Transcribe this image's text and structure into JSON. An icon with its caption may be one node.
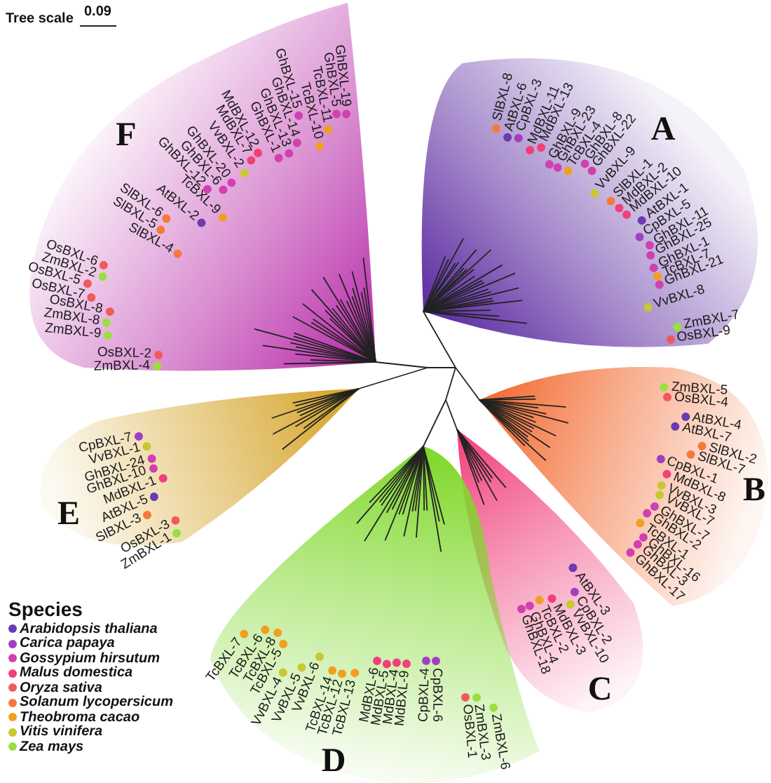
{
  "diagram": {
    "nodes": [
      {
        "text": [
          "A"
        ]
      },
      {
        "text": [
          "B"
        ]
      },
      {
        "text": [
          "C"
        ]
      },
      {
        "text": [
          "D"
        ]
      },
      {
        "text": [
          "E"
        ]
      },
      {
        "text": [
          "F"
        ]
      }
    ],
    "labels": [
      "Tree scale",
      "0.09",
      "GhBXL-19",
      "GhBXL-5",
      "TcBXL-11",
      "TcBXL-10",
      "GhBXL-15",
      "GhBXL-14",
      "GhBXL-13",
      "GhBXL-1",
      "MdBXL-12",
      "MdBXL-7",
      "VvBXL-2",
      "GhBXL-20",
      "GhBXL-6",
      "GhBXL-12",
      "TcBXL-9",
      "AtBXL-2",
      "SlBXL-6",
      "SlBXL-5",
      "SlBXL-4",
      "OsBXL-6",
      "ZmBXL-2",
      "OsBXL-5",
      "OsBXL-7",
      "OsBXL-8",
      "ZmBXL-8",
      "ZmBXL-9",
      "OsBXL-2",
      "ZmBXL-4",
      "SlBXL-8",
      "AtBXL-6",
      "CpBXL-3",
      "MdBXL-11",
      "MdBXL-13",
      "GhBXL-9",
      "GhBXL-23",
      "TcBXL-4",
      "GhBXL-8",
      "GhBXL-22",
      "VvBXL-9",
      "SlBXL-1",
      "MdBXL-2",
      "MdBXL-10",
      "AtBXL-1",
      "CpBXL-5",
      "GhBXL-11",
      "GhBXL-25",
      "GhBXL-1",
      "TcBXL-7",
      "GhBXL-21",
      "VvBXL-8",
      "ZmBXL-7",
      "OsBXL-9",
      "CpBXL-7",
      "VvBXL-1",
      "GhBXL-24",
      "GhBXL-10",
      "MdBXL-1",
      "AtBXL-5",
      "SlBXL-3",
      "OsBXL-3",
      "ZmBXL-1",
      "ZmBXL-5",
      "OsBXL-4",
      "AtBXL-4",
      "AtBXL-7",
      "SlBXL-2",
      "SlBXL-7",
      "CpBXL-1",
      "MdBXL-8",
      "VvBXL-3",
      "VvBXL-7",
      "GhBXL-7",
      "GhBXL-2",
      "TcBXL-1",
      "GhBXL-16",
      "GhBXL-3",
      "GhBXL-17",
      "TcBXL-7",
      "TcBXL-6",
      "TcBXL-8",
      "TcBXL-5",
      "VvBXL-4",
      "VvBXL-5",
      "VvBXL-6",
      "TcBXL-14",
      "TcBXL-12",
      "TcBXL-13",
      "MdBXL-6",
      "MdBXL-5",
      "MdBXL-4",
      "MdBXL-9",
      "CpBXL-4",
      "CpBXL-6",
      "OsBXL-1",
      "ZmBXL-3",
      "ZmBXL-6",
      "AtBXL-3",
      "CpBXL-2",
      "VvBXL-10",
      "MdBXL-3",
      "TcBXL-2",
      "GhBXL-4",
      "GhBXL-18",
      "Species"
    ],
    "legend": [
      {
        "text": "Arabidopsis thaliana",
        "color": "#6a3cb0"
      },
      {
        "text": "Carica papaya",
        "color": "#a040c0"
      },
      {
        "text": "Gossypium hirsutum",
        "color": "#d040b0"
      },
      {
        "text": "Malus domestica",
        "color": "#f0407a"
      },
      {
        "text": "Oryza sativa",
        "color": "#f05a5a"
      },
      {
        "text": "Solanum lycopersicum",
        "color": "#f47a3a"
      },
      {
        "text": "Theobroma cacao",
        "color": "#f0a020"
      },
      {
        "text": "Vitis vinifera",
        "color": "#c8c830"
      },
      {
        "text": "Zea mays",
        "color": "#98e040"
      }
    ]
  }
}
